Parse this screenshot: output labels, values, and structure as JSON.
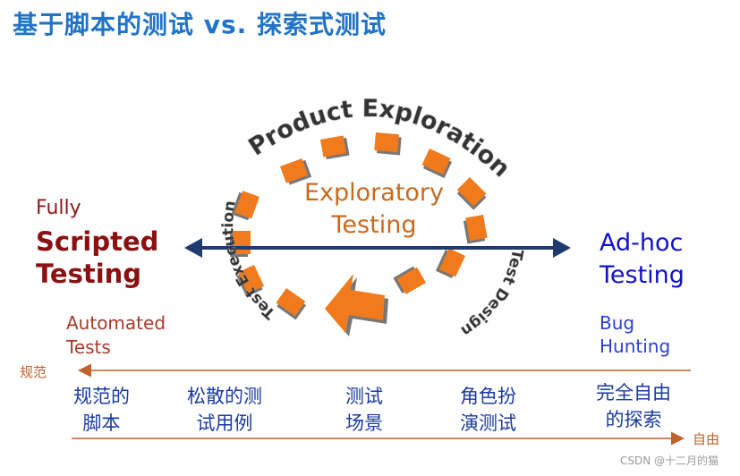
{
  "title": "基于脚本的测试 vs. 探索式测试",
  "left": {
    "top": "Fully",
    "main_line1": "Scripted",
    "main_line2": "Testing"
  },
  "right": {
    "line1": "Ad-hoc",
    "line2": "Testing"
  },
  "center": {
    "line1": "Exploratory",
    "line2": "Testing"
  },
  "ring": {
    "top": "Product Exploration",
    "left": "Test Execution",
    "right": "Test Design"
  },
  "low_left": {
    "line1": "Automated",
    "line2": "Tests"
  },
  "low_right": {
    "line1": "Bug",
    "line2": "Hunting"
  },
  "scale": {
    "left_label": "规范",
    "right_label": "自由"
  },
  "columns": [
    {
      "line1": "规范的",
      "line2": "脚本"
    },
    {
      "line1": "松散的测",
      "line2": "试用例"
    },
    {
      "line1": "测试",
      "line2": "场景"
    },
    {
      "line1": "角色扮",
      "line2": "演测试"
    },
    {
      "line1": "完全自由",
      "line2": "的探索"
    }
  ],
  "watermark": "CSDN @十二月的猫",
  "colors": {
    "title": "#1f74c7",
    "scripted": "#8b1010",
    "adhoc": "#1111cc",
    "ring_block": "#f07a1c",
    "arrow_line": "#1f3a6e",
    "scale_line": "#c0602a",
    "columns": "#1a3aa0"
  }
}
